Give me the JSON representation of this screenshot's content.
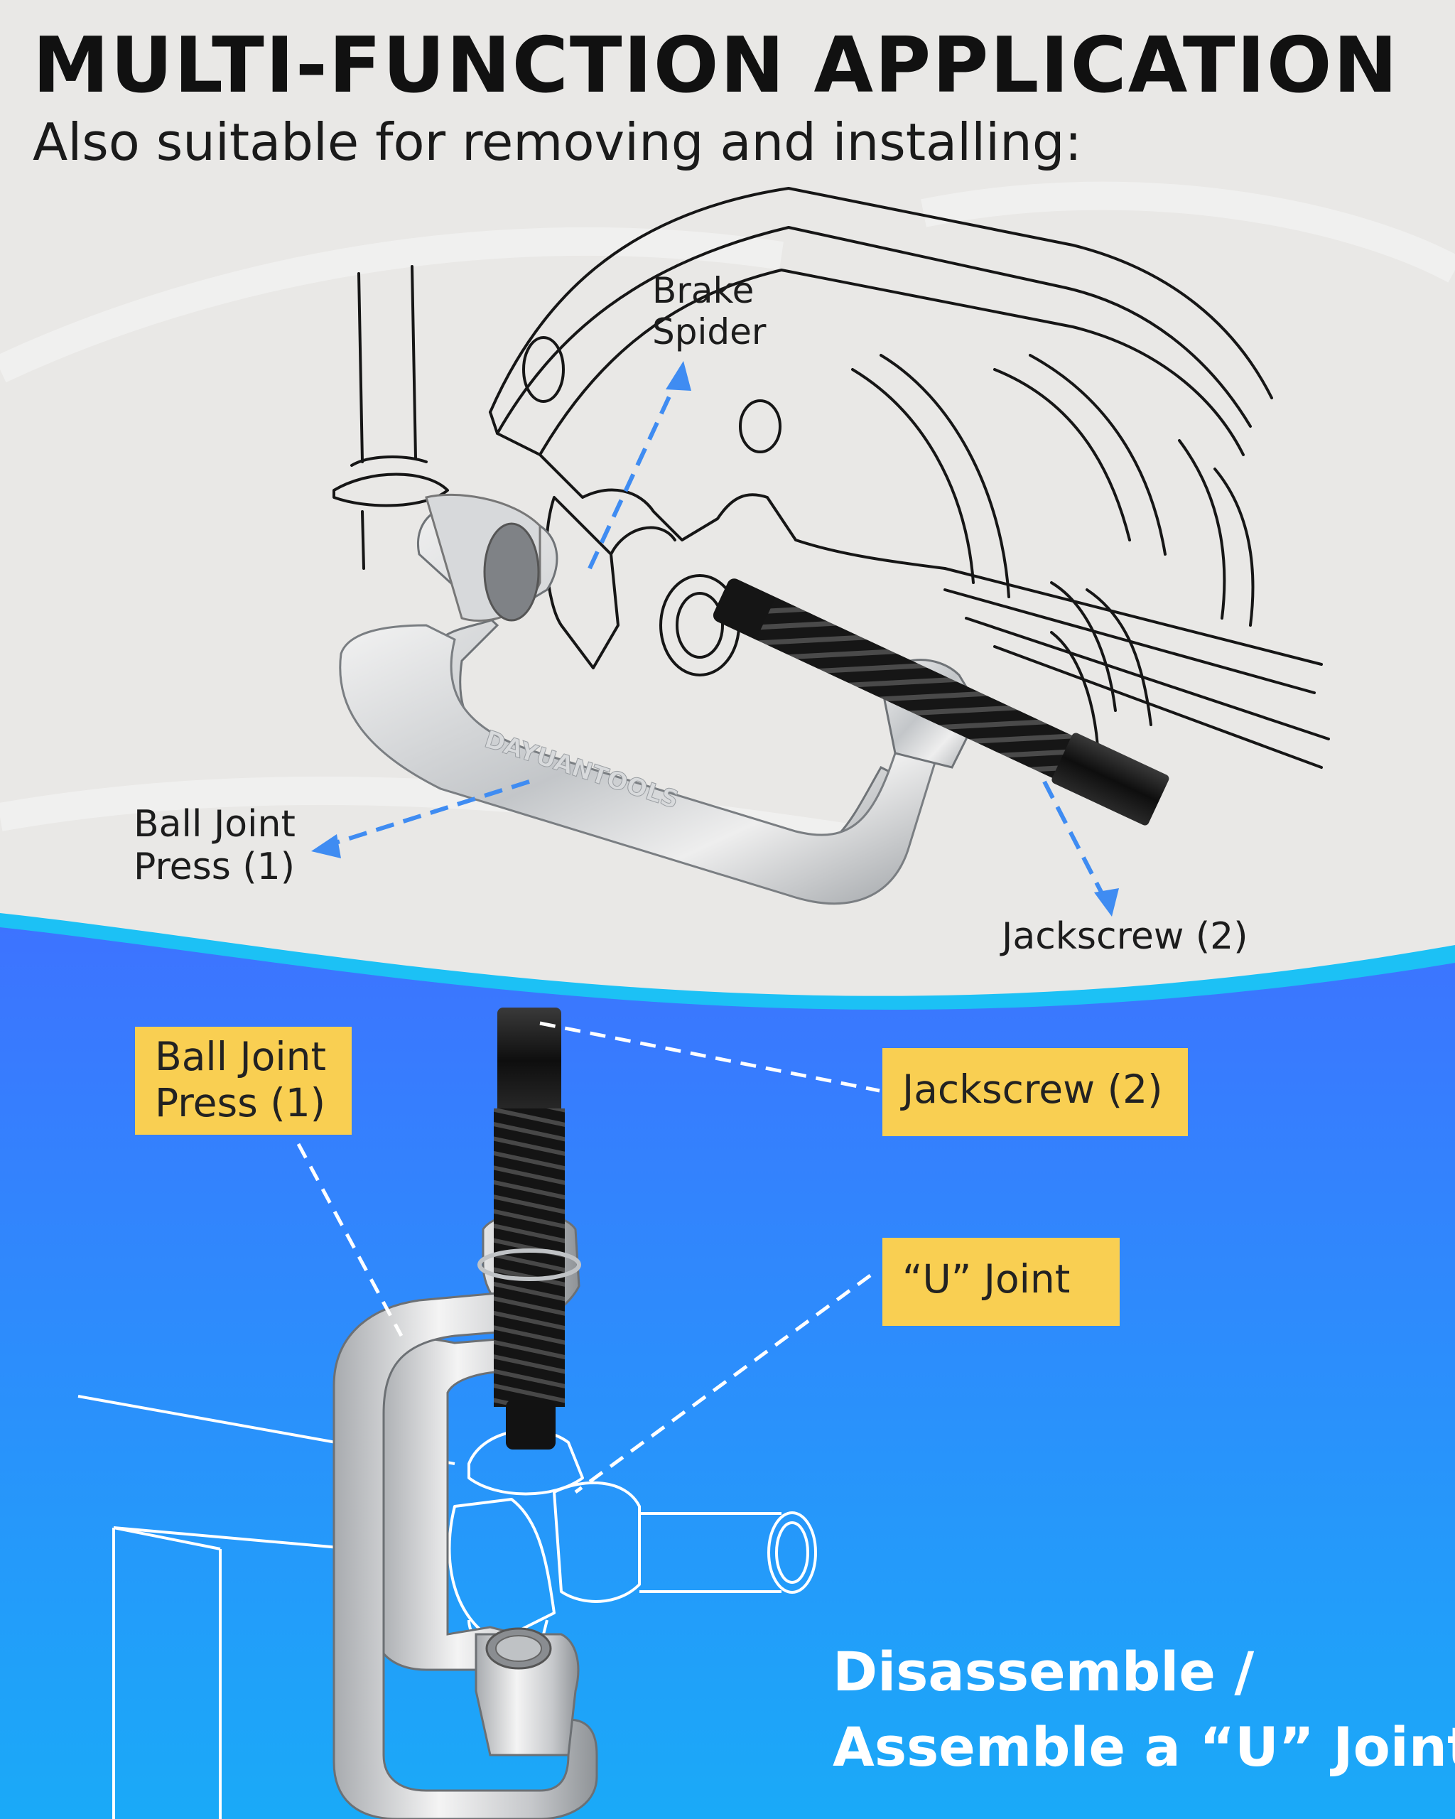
{
  "header": {
    "title": "MULTI-FUNCTION APPLICATION",
    "subtitle": "Also suitable for removing and installing:"
  },
  "upper_diagram": {
    "labels": {
      "brake_spider": [
        "Brake",
        "Spider"
      ],
      "ball_joint_press": [
        "Ball Joint",
        "Press (1)"
      ],
      "jackscrew": "Jackscrew (2)"
    },
    "brand_engraving": "DAYUANTOOLS"
  },
  "lower_diagram": {
    "tags": {
      "ball_joint_press": [
        "Ball Joint",
        "Press (1)"
      ],
      "jackscrew": "Jackscrew (2)",
      "u_joint": "“U” Joint"
    },
    "caption": [
      "Disassemble /",
      "Assemble a “U” Joint"
    ]
  },
  "colors": {
    "top_background": "#e9e8e6",
    "blue_top": "#3d73ff",
    "blue_bottom": "#1aaaf8",
    "wave_accent": "#1cc1f5",
    "tag_yellow": "#f9cf52",
    "arrow_blue": "#3f8cf2"
  }
}
